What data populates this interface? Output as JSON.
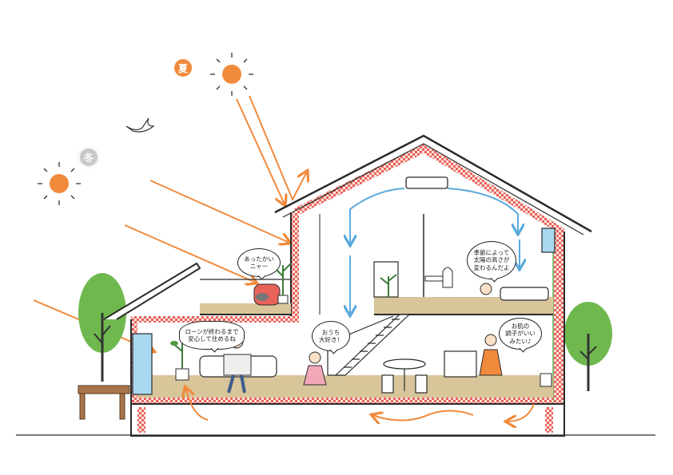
{
  "seasons": {
    "summer": "夏",
    "winter": "冬"
  },
  "speech": {
    "cat": "あったかい\nニャー",
    "dad": "ローンが終わるまで\n安心して住めるね",
    "girl": "おうち\n大好き！",
    "study": "季節によって\n太陽の高さが\n変わるんだよ",
    "mom": "お肌の\n調子がいい\nみたい♪"
  },
  "colors": {
    "sun": "#f28a3c",
    "sun_arrow": "#f28a3c",
    "airflow_arrow": "#5aa9dc",
    "insulation": "#e8635a",
    "tree": "#6fb84e",
    "floor": "#d8c59a",
    "wall_line": "#2a2a2a",
    "window": "#a9d8f0",
    "green_edge": "#5cb85c"
  }
}
